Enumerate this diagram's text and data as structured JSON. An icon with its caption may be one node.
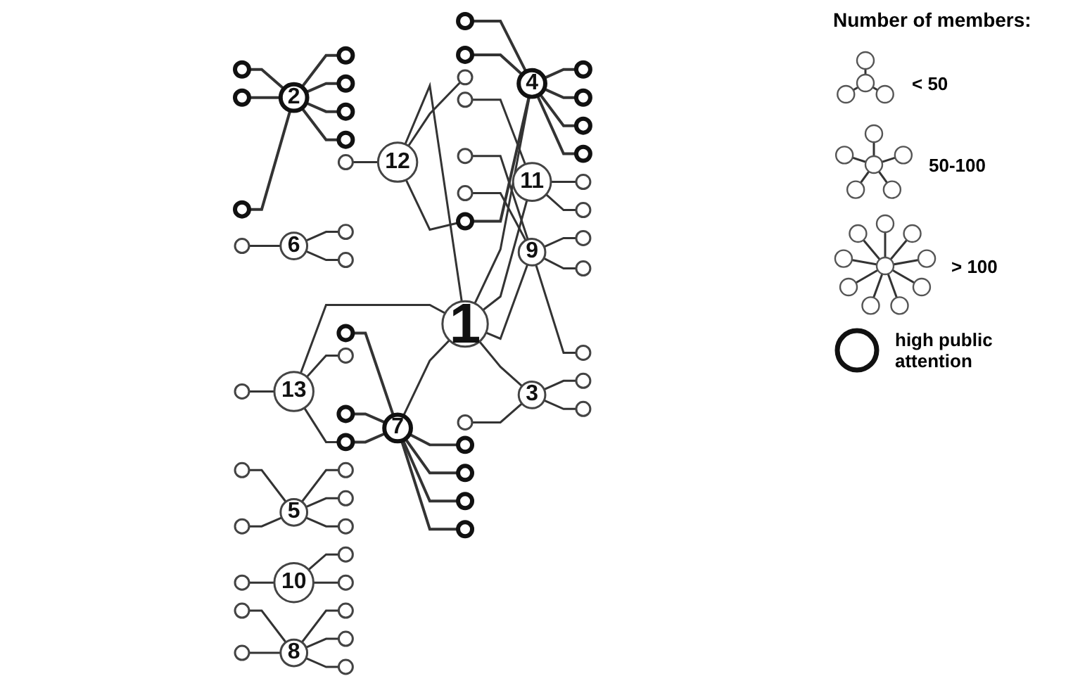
{
  "diagram": {
    "nodes": [
      {
        "text": [
          "2"
        ]
      },
      {
        "text": [],
        "shape": "circle"
      },
      {
        "text": [],
        "shape": "circle"
      },
      {
        "text": [],
        "shape": "circle"
      },
      {
        "text": [],
        "shape": "circle"
      },
      {
        "text": [],
        "shape": "circle"
      },
      {
        "text": [],
        "shape": "circle"
      },
      {
        "text": [],
        "shape": "circle"
      },
      {
        "text": [
          "4"
        ]
      },
      {
        "text": [],
        "shape": "circle"
      },
      {
        "text": [],
        "shape": "circle"
      },
      {
        "text": [],
        "shape": "circle"
      },
      {
        "text": [],
        "shape": "circle"
      },
      {
        "text": [],
        "shape": "circle"
      },
      {
        "text": [],
        "shape": "circle"
      },
      {
        "text": [],
        "shape": "circle"
      },
      {
        "text": [
          "11"
        ]
      },
      {
        "text": [],
        "shape": "circle"
      },
      {
        "text": [],
        "shape": "circle"
      },
      {
        "text": [],
        "shape": "circle"
      },
      {
        "text": [
          "9"
        ]
      },
      {
        "text": [],
        "shape": "circle"
      },
      {
        "text": [],
        "shape": "circle"
      },
      {
        "text": [],
        "shape": "circle"
      },
      {
        "text": [],
        "shape": "circle"
      },
      {
        "text": [],
        "shape": "circle"
      },
      {
        "text": [
          "1"
        ]
      },
      {
        "text": [
          "12"
        ]
      },
      {
        "text": [],
        "shape": "circle"
      },
      {
        "text": [],
        "shape": "circle"
      },
      {
        "text": [
          "3"
        ]
      },
      {
        "text": [],
        "shape": "circle"
      },
      {
        "text": [],
        "shape": "circle"
      },
      {
        "text": [],
        "shape": "circle"
      },
      {
        "text": [
          "6"
        ]
      },
      {
        "text": [],
        "shape": "circle"
      },
      {
        "text": [],
        "shape": "circle"
      },
      {
        "text": [],
        "shape": "circle"
      },
      {
        "text": [
          "13"
        ]
      },
      {
        "text": [],
        "shape": "circle"
      },
      {
        "text": [],
        "shape": "circle"
      },
      {
        "text": [
          "7"
        ]
      },
      {
        "text": [],
        "shape": "circle"
      },
      {
        "text": [],
        "shape": "circle"
      },
      {
        "text": [],
        "shape": "circle"
      },
      {
        "text": [],
        "shape": "circle"
      },
      {
        "text": [],
        "shape": "circle"
      },
      {
        "text": [],
        "shape": "circle"
      },
      {
        "text": [],
        "shape": "circle"
      },
      {
        "text": [
          "5"
        ]
      },
      {
        "text": [],
        "shape": "circle"
      },
      {
        "text": [],
        "shape": "circle"
      },
      {
        "text": [],
        "shape": "circle"
      },
      {
        "text": [],
        "shape": "circle"
      },
      {
        "text": [],
        "shape": "circle"
      },
      {
        "text": [
          "10"
        ]
      },
      {
        "text": [],
        "shape": "circle"
      },
      {
        "text": [],
        "shape": "circle"
      },
      {
        "text": [],
        "shape": "circle"
      },
      {
        "text": [
          "8"
        ]
      },
      {
        "text": [],
        "shape": "circle"
      },
      {
        "text": [],
        "shape": "circle"
      },
      {
        "text": [],
        "shape": "circle"
      },
      {
        "text": [],
        "shape": "circle"
      },
      {
        "text": [],
        "shape": "circle"
      }
    ],
    "edges": [
      {
        "from": 0,
        "to": 1,
        "arrow": "none"
      },
      {
        "from": 2,
        "to": 0,
        "arrow": "none"
      },
      {
        "from": 0,
        "to": 3,
        "arrow": "none"
      },
      {
        "from": 4,
        "to": 0,
        "arrow": "none"
      },
      {
        "from": 0,
        "to": 5,
        "arrow": "none"
      },
      {
        "from": 6,
        "to": 0,
        "arrow": "none"
      },
      {
        "from": 0,
        "to": 7,
        "arrow": "none"
      },
      {
        "from": 8,
        "to": 9,
        "arrow": "none"
      },
      {
        "from": 10,
        "to": 8,
        "arrow": "none"
      },
      {
        "from": 8,
        "to": 11,
        "arrow": "none"
      },
      {
        "from": 12,
        "to": 8,
        "arrow": "none"
      },
      {
        "from": 8,
        "to": 13,
        "arrow": "none"
      },
      {
        "from": 14,
        "to": 8,
        "arrow": "none"
      },
      {
        "from": 8,
        "to": 15,
        "arrow": "none"
      },
      {
        "from": 16,
        "to": 17,
        "arrow": "none"
      },
      {
        "from": 18,
        "to": 16,
        "arrow": "none"
      },
      {
        "from": 16,
        "to": 19,
        "arrow": "none"
      },
      {
        "from": 20,
        "to": 21,
        "arrow": "none"
      },
      {
        "from": 22,
        "to": 20,
        "arrow": "none"
      },
      {
        "from": 20,
        "to": 23,
        "arrow": "none"
      },
      {
        "from": 24,
        "to": 20,
        "arrow": "none"
      },
      {
        "from": 20,
        "to": 25,
        "arrow": "none"
      },
      {
        "from": 26,
        "to": 8,
        "arrow": "none"
      },
      {
        "from": 26,
        "to": 16,
        "arrow": "none"
      },
      {
        "from": 26,
        "to": 20,
        "arrow": "none"
      },
      {
        "from": 26,
        "to": 30,
        "arrow": "none"
      },
      {
        "from": 41,
        "to": 26,
        "arrow": "none"
      },
      {
        "from": 38,
        "to": 26,
        "arrow": "none"
      },
      {
        "from": 27,
        "to": 26,
        "arrow": "none"
      },
      {
        "from": 27,
        "to": 28,
        "arrow": "none"
      },
      {
        "from": 29,
        "to": 27,
        "arrow": "none"
      },
      {
        "from": 27,
        "to": 14,
        "arrow": "none"
      },
      {
        "from": 30,
        "to": 31,
        "arrow": "none"
      },
      {
        "from": 32,
        "to": 30,
        "arrow": "none"
      },
      {
        "from": 30,
        "to": 33,
        "arrow": "none"
      },
      {
        "from": 34,
        "to": 35,
        "arrow": "none"
      },
      {
        "from": 36,
        "to": 34,
        "arrow": "none"
      },
      {
        "from": 34,
        "to": 37,
        "arrow": "none"
      },
      {
        "from": 38,
        "to": 39,
        "arrow": "none"
      },
      {
        "from": 40,
        "to": 38,
        "arrow": "none"
      },
      {
        "from": 38,
        "to": 45,
        "arrow": "none"
      },
      {
        "from": 41,
        "to": 42,
        "arrow": "none"
      },
      {
        "from": 43,
        "to": 41,
        "arrow": "none"
      },
      {
        "from": 41,
        "to": 44,
        "arrow": "none"
      },
      {
        "from": 45,
        "to": 41,
        "arrow": "none"
      },
      {
        "from": 41,
        "to": 46,
        "arrow": "none"
      },
      {
        "from": 47,
        "to": 41,
        "arrow": "none"
      },
      {
        "from": 41,
        "to": 48,
        "arrow": "none"
      },
      {
        "from": 49,
        "to": 50,
        "arrow": "none"
      },
      {
        "from": 51,
        "to": 49,
        "arrow": "none"
      },
      {
        "from": 49,
        "to": 52,
        "arrow": "none"
      },
      {
        "from": 53,
        "to": 49,
        "arrow": "none"
      },
      {
        "from": 49,
        "to": 54,
        "arrow": "none"
      },
      {
        "from": 55,
        "to": 56,
        "arrow": "none"
      },
      {
        "from": 57,
        "to": 55,
        "arrow": "none"
      },
      {
        "from": 55,
        "to": 58,
        "arrow": "none"
      },
      {
        "from": 59,
        "to": 60,
        "arrow": "none"
      },
      {
        "from": 61,
        "to": 59,
        "arrow": "none"
      },
      {
        "from": 59,
        "to": 62,
        "arrow": "none"
      },
      {
        "from": 63,
        "to": 59,
        "arrow": "none"
      },
      {
        "from": 59,
        "to": 64,
        "arrow": "none"
      }
    ],
    "labels": [
      "Number of members:"
    ],
    "legend": [
      {
        "text": "< 50"
      },
      {
        "text": "50-100"
      },
      {
        "text": "> 100"
      },
      {
        "text": "high public attention"
      }
    ]
  }
}
